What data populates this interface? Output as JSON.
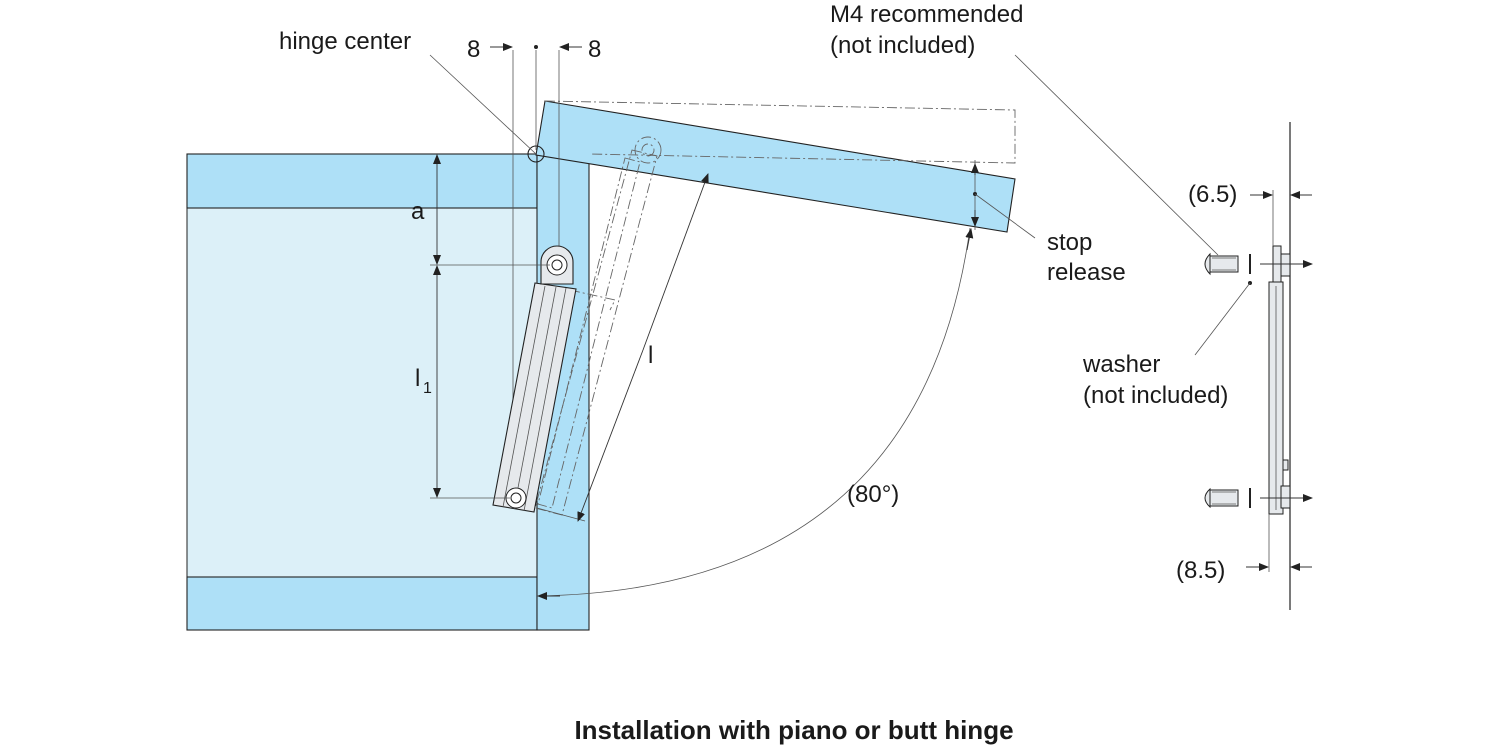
{
  "colors": {
    "panel_fill": "#aee0f7",
    "cabinet_inner": "#dcf0f8",
    "stroke": "#222222",
    "strut_fill": "#e6e9ec"
  },
  "labels": {
    "hinge_center": "hinge center",
    "dim_left_8": "8",
    "dim_right_8": "8",
    "screw_line1": "M4 recommended",
    "screw_line2": "(not included)",
    "dim_a": "a",
    "dim_l1_main": "l",
    "dim_l1_sub": "1",
    "dim_l": "l",
    "stop_line1": "stop",
    "stop_line2": "release",
    "angle": "(80°)",
    "washer_line1": "washer",
    "washer_line2": "(not included)",
    "dim_65": "(6.5)",
    "dim_85": "(8.5)"
  },
  "title": "Installation with piano or butt hinge",
  "icons": {
    "hinge": "hinge-center-circle-icon",
    "screw": "screw-icon",
    "washer": "washer-icon"
  }
}
